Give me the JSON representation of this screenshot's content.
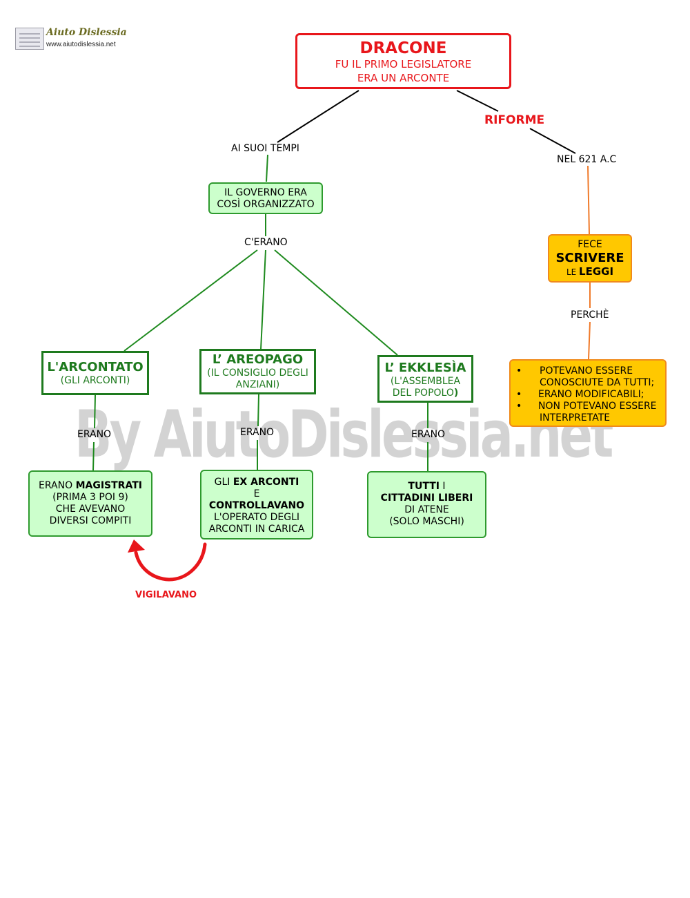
{
  "logo": {
    "title": "Aiuto Dislessia",
    "url": "www.aiutodislessia.net"
  },
  "watermark": "By AiutoDislessia.net",
  "root": {
    "title": "DRACONE",
    "line1": "FU IL PRIMO LEGISLATORE",
    "line2": "ERA UN ARCONTE"
  },
  "links": {
    "ai_suoi_tempi": "AI SUOI TEMPI",
    "riforme": "RIFORME",
    "nel_621": "NEL 621 A.C",
    "cerano": "C'ERANO",
    "perche": "PERCHÈ",
    "erano_1": "ERANO",
    "erano_2": "ERANO",
    "erano_3": "ERANO",
    "vigilavano": "VIGILAVANO"
  },
  "governo": {
    "line1": "IL GOVERNO ERA",
    "line2": "COSÌ ORGANIZZATO"
  },
  "arcontato": {
    "title": "L'ARCONTATO",
    "subtitle": "(GLI ARCONTI)"
  },
  "areopago": {
    "title": "L’ AREOPAGO",
    "subtitle_1": "(IL CONSIGLIO DEGLI",
    "subtitle_2": "ANZIANI)"
  },
  "ekklesia": {
    "title": "L’ EKKLESÌA",
    "subtitle_1": "(L'ASSEMBLEA",
    "subtitle_2": "DEL POPOLO",
    "subtitle_close": ")"
  },
  "magistrati": {
    "prefix": "ERANO ",
    "bold": "MAGISTRATI",
    "line2": "(PRIMA 3 POI 9)",
    "line3": "CHE AVEVANO",
    "line4": "DIVERSI COMPITI"
  },
  "ex_arconti": {
    "prefix": "GLI ",
    "bold1": "EX ARCONTI",
    "line2": "E",
    "bold2": "CONTROLLAVANO",
    "line4": "L'OPERATO DEGLI",
    "line5": "ARCONTI IN CARICA"
  },
  "cittadini": {
    "bold1": "TUTTI",
    "suffix1": " I",
    "bold2": "CITTADINI LIBERI",
    "line3": "DI ATENE",
    "line4": "(SOLO MASCHI)"
  },
  "scrivere": {
    "line1": "FECE",
    "bold": "SCRIVERE",
    "small": "LE ",
    "bold2": "LEGGI"
  },
  "motivi": {
    "items": [
      [
        "POTEVANO ESSERE",
        "CONOSCIUTE DA TUTTI;"
      ],
      [
        "ERANO MODIFICABILI;"
      ],
      [
        "NON POTEVANO ESSERE",
        "INTERPRETATE"
      ]
    ]
  },
  "colors": {
    "red": "#e8161b",
    "green_border": "#1e7a1e",
    "green_fill": "#ccffcc",
    "orange_border": "#f08a1c",
    "orange_fill": "#ffc800"
  }
}
